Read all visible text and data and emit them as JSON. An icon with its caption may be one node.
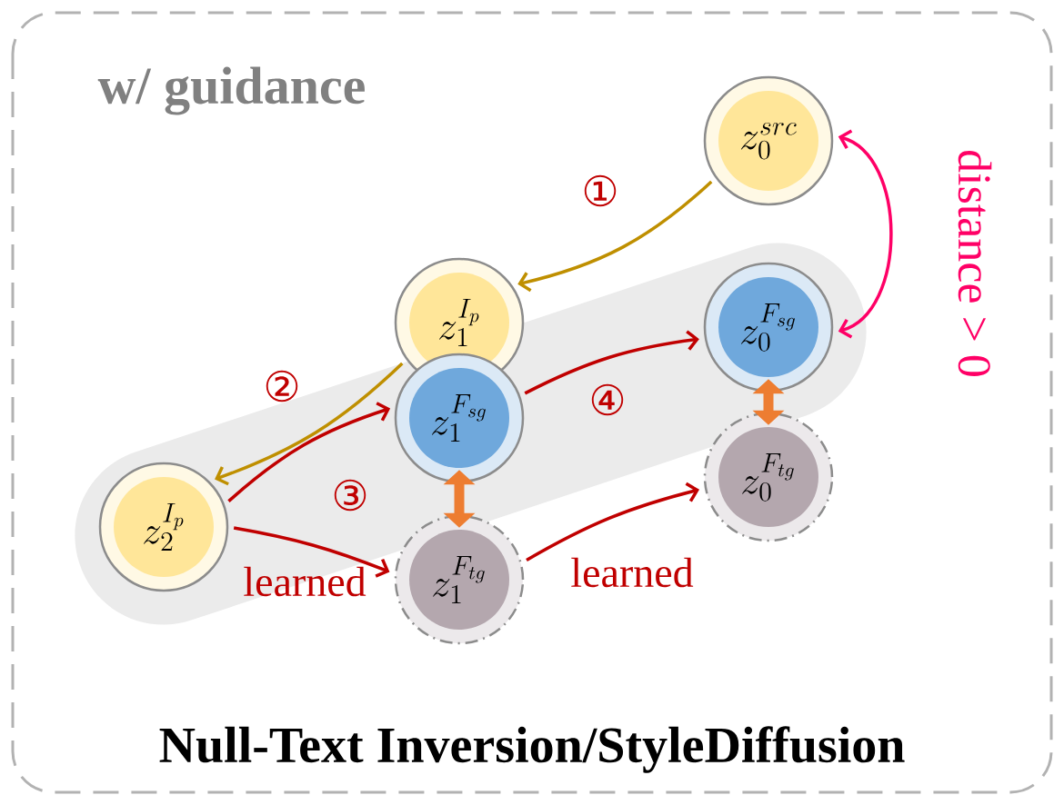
{
  "diagram": {
    "title": "w/ guidance",
    "caption": "Null-Text Inversion/StyleDiffusion",
    "nodes": [
      {
        "text": [
          "z_0^{src}"
        ]
      },
      {
        "text": [
          "z_1^{I_p}"
        ]
      },
      {
        "text": [
          "z_1^{F_{sg}}"
        ]
      },
      {
        "text": [
          "z_2^{I_p}"
        ]
      },
      {
        "text": [
          "z_1^{F_{tg}}"
        ]
      },
      {
        "text": [
          "z_0^{F_{sg}}"
        ]
      },
      {
        "text": [
          "z_0^{F_{tg}}"
        ]
      }
    ],
    "edges": [
      {
        "from": 0,
        "to": 1,
        "arrow": "to",
        "color": "#bf8f00",
        "label": "①"
      },
      {
        "from": 1,
        "to": 3,
        "arrow": "to",
        "color": "#bf8f00",
        "label": "②"
      },
      {
        "from": 3,
        "to": 2,
        "arrow": "to"
      },
      {
        "from": 3,
        "to": 4,
        "arrow": "to",
        "label": "learned"
      },
      {
        "from": 2,
        "to": 5,
        "arrow": "to",
        "label": "④"
      },
      {
        "from": 4,
        "to": 6,
        "arrow": "to",
        "label": "learned"
      },
      {
        "from": 2,
        "to": 4,
        "arrow": "both",
        "style": "thick",
        "color": "#ed7d31"
      },
      {
        "from": 5,
        "to": 6,
        "arrow": "both",
        "style": "thick",
        "color": "#ed7d31"
      },
      {
        "from": 0,
        "to": 5,
        "arrow": "both",
        "color": "#ff0066",
        "label": "distance > 0"
      }
    ],
    "labels": [
      "③"
    ]
  }
}
